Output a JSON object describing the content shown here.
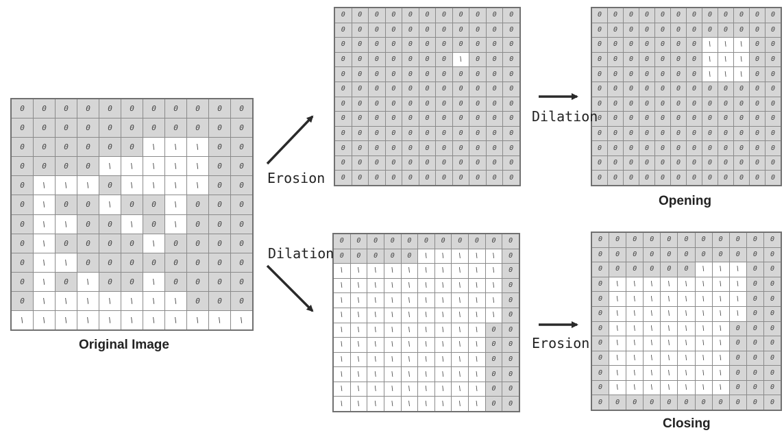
{
  "labels": {
    "original": "Original Image",
    "opening": "Opening",
    "closing": "Closing"
  },
  "operations": {
    "erosion_top": "Erosion",
    "dilation_top_right": "Dilation",
    "dilation_bottom": "Dilation",
    "erosion_bottom_right": "Erosion"
  },
  "colors": {
    "zero_cell": "#d6d6d6",
    "one_cell": "#ffffff",
    "grid_line": "#8a8a8a",
    "arrow": "#2a2a2a"
  },
  "grids": {
    "original": [
      [
        0,
        0,
        0,
        0,
        0,
        0,
        0,
        0,
        0,
        0,
        0
      ],
      [
        0,
        0,
        0,
        0,
        0,
        0,
        0,
        0,
        0,
        0,
        0
      ],
      [
        0,
        0,
        0,
        0,
        0,
        0,
        1,
        1,
        1,
        0,
        0
      ],
      [
        0,
        0,
        0,
        0,
        1,
        1,
        1,
        1,
        1,
        0,
        0
      ],
      [
        0,
        1,
        1,
        1,
        0,
        1,
        1,
        1,
        1,
        0,
        0
      ],
      [
        0,
        1,
        0,
        0,
        1,
        0,
        0,
        1,
        0,
        0,
        0
      ],
      [
        0,
        1,
        1,
        0,
        0,
        1,
        0,
        1,
        0,
        0,
        0
      ],
      [
        0,
        1,
        0,
        0,
        0,
        0,
        1,
        0,
        0,
        0,
        0
      ],
      [
        0,
        1,
        1,
        0,
        0,
        0,
        0,
        0,
        0,
        0,
        0
      ],
      [
        0,
        1,
        0,
        1,
        0,
        0,
        1,
        0,
        0,
        0,
        0
      ],
      [
        0,
        1,
        1,
        1,
        1,
        1,
        1,
        1,
        0,
        0,
        0
      ],
      [
        1,
        1,
        1,
        1,
        1,
        1,
        1,
        1,
        1,
        1,
        1
      ]
    ],
    "erosion": [
      [
        0,
        0,
        0,
        0,
        0,
        0,
        0,
        0,
        0,
        0,
        0
      ],
      [
        0,
        0,
        0,
        0,
        0,
        0,
        0,
        0,
        0,
        0,
        0
      ],
      [
        0,
        0,
        0,
        0,
        0,
        0,
        0,
        0,
        0,
        0,
        0
      ],
      [
        0,
        0,
        0,
        0,
        0,
        0,
        0,
        1,
        0,
        0,
        0
      ],
      [
        0,
        0,
        0,
        0,
        0,
        0,
        0,
        0,
        0,
        0,
        0
      ],
      [
        0,
        0,
        0,
        0,
        0,
        0,
        0,
        0,
        0,
        0,
        0
      ],
      [
        0,
        0,
        0,
        0,
        0,
        0,
        0,
        0,
        0,
        0,
        0
      ],
      [
        0,
        0,
        0,
        0,
        0,
        0,
        0,
        0,
        0,
        0,
        0
      ],
      [
        0,
        0,
        0,
        0,
        0,
        0,
        0,
        0,
        0,
        0,
        0
      ],
      [
        0,
        0,
        0,
        0,
        0,
        0,
        0,
        0,
        0,
        0,
        0
      ],
      [
        0,
        0,
        0,
        0,
        0,
        0,
        0,
        0,
        0,
        0,
        0
      ],
      [
        0,
        0,
        0,
        0,
        0,
        0,
        0,
        0,
        0,
        0,
        0
      ]
    ],
    "opening": [
      [
        0,
        0,
        0,
        0,
        0,
        0,
        0,
        0,
        0,
        0,
        0
      ],
      [
        0,
        0,
        0,
        0,
        0,
        0,
        0,
        0,
        0,
        0,
        0
      ],
      [
        0,
        0,
        0,
        0,
        0,
        0,
        0,
        1,
        1,
        1,
        0,
        0
      ],
      [
        0,
        0,
        0,
        0,
        0,
        0,
        0,
        1,
        1,
        1,
        0,
        0
      ],
      [
        0,
        0,
        0,
        0,
        0,
        0,
        0,
        1,
        1,
        1,
        0,
        0
      ],
      [
        0,
        0,
        0,
        0,
        0,
        0,
        0,
        0,
        0,
        0,
        0
      ],
      [
        0,
        0,
        0,
        0,
        0,
        0,
        0,
        0,
        0,
        0,
        0
      ],
      [
        0,
        0,
        0,
        0,
        0,
        0,
        0,
        0,
        0,
        0,
        0
      ],
      [
        0,
        0,
        0,
        0,
        0,
        0,
        0,
        0,
        0,
        0,
        0
      ],
      [
        0,
        0,
        0,
        0,
        0,
        0,
        0,
        0,
        0,
        0,
        0
      ],
      [
        0,
        0,
        0,
        0,
        0,
        0,
        0,
        0,
        0,
        0,
        0
      ],
      [
        0,
        0,
        0,
        0,
        0,
        0,
        0,
        0,
        0,
        0,
        0
      ]
    ],
    "dilation": [
      [
        0,
        0,
        0,
        0,
        0,
        0,
        0,
        0,
        0,
        0,
        0
      ],
      [
        0,
        0,
        0,
        0,
        0,
        1,
        1,
        1,
        1,
        1,
        0
      ],
      [
        1,
        1,
        1,
        1,
        1,
        1,
        1,
        1,
        1,
        1,
        0
      ],
      [
        1,
        1,
        1,
        1,
        1,
        1,
        1,
        1,
        1,
        1,
        0
      ],
      [
        1,
        1,
        1,
        1,
        1,
        1,
        1,
        1,
        1,
        1,
        0
      ],
      [
        1,
        1,
        1,
        1,
        1,
        1,
        1,
        1,
        1,
        1,
        0
      ],
      [
        1,
        1,
        1,
        1,
        1,
        1,
        1,
        1,
        1,
        0,
        0
      ],
      [
        1,
        1,
        1,
        1,
        1,
        1,
        1,
        1,
        1,
        0,
        0
      ],
      [
        1,
        1,
        1,
        1,
        1,
        1,
        1,
        1,
        1,
        0,
        0
      ],
      [
        1,
        1,
        1,
        1,
        1,
        1,
        1,
        1,
        1,
        0,
        0
      ],
      [
        1,
        1,
        1,
        1,
        1,
        1,
        1,
        1,
        1,
        0,
        0
      ],
      [
        1,
        1,
        1,
        1,
        1,
        1,
        1,
        1,
        1,
        0,
        0
      ]
    ],
    "closing": [
      [
        0,
        0,
        0,
        0,
        0,
        0,
        0,
        0,
        0,
        0,
        0
      ],
      [
        0,
        0,
        0,
        0,
        0,
        0,
        0,
        0,
        0,
        0,
        0
      ],
      [
        0,
        0,
        0,
        0,
        0,
        0,
        1,
        1,
        1,
        0,
        0
      ],
      [
        0,
        1,
        1,
        1,
        1,
        1,
        1,
        1,
        1,
        0,
        0
      ],
      [
        0,
        1,
        1,
        1,
        1,
        1,
        1,
        1,
        1,
        0,
        0
      ],
      [
        0,
        1,
        1,
        1,
        1,
        1,
        1,
        1,
        1,
        0,
        0
      ],
      [
        0,
        1,
        1,
        1,
        1,
        1,
        1,
        1,
        0,
        0,
        0
      ],
      [
        0,
        1,
        1,
        1,
        1,
        1,
        1,
        1,
        0,
        0,
        0
      ],
      [
        0,
        1,
        1,
        1,
        1,
        1,
        1,
        1,
        0,
        0,
        0
      ],
      [
        0,
        1,
        1,
        1,
        1,
        1,
        1,
        1,
        0,
        0,
        0
      ],
      [
        0,
        1,
        1,
        1,
        1,
        1,
        1,
        1,
        0,
        0,
        0
      ],
      [
        0,
        0,
        0,
        0,
        0,
        0,
        0,
        0,
        0,
        0,
        0
      ]
    ]
  }
}
